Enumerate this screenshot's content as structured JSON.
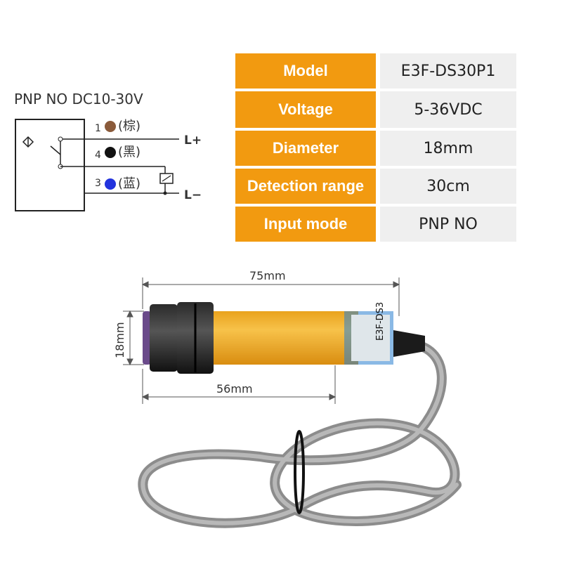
{
  "wiring": {
    "title": "PNP NO  DC10-30V",
    "wires": [
      {
        "num": "1",
        "label": "(棕)",
        "color": "#8a5a3a"
      },
      {
        "num": "4",
        "label": "(黑)",
        "color": "#111111"
      },
      {
        "num": "3",
        "label": "(蓝)",
        "color": "#2233dd"
      }
    ],
    "l_plus": "L+",
    "l_minus": "L−"
  },
  "specs": [
    {
      "label": "Model",
      "value": "E3F-DS30P1"
    },
    {
      "label": "Voltage",
      "value": "5-36VDC"
    },
    {
      "label": "Diameter",
      "value": "18mm"
    },
    {
      "label": "Detection range",
      "value": "30cm"
    },
    {
      "label": "Input mode",
      "value": "PNP NO"
    }
  ],
  "dimensions": {
    "length_total": "75mm",
    "length_thread": "56mm",
    "diameter": "18mm"
  },
  "sensor_text": "E3F-DS3",
  "colors": {
    "accent": "#f29a10",
    "cell": "#efefef",
    "body": "#f3b02a",
    "cable": "#8c8c8c"
  }
}
